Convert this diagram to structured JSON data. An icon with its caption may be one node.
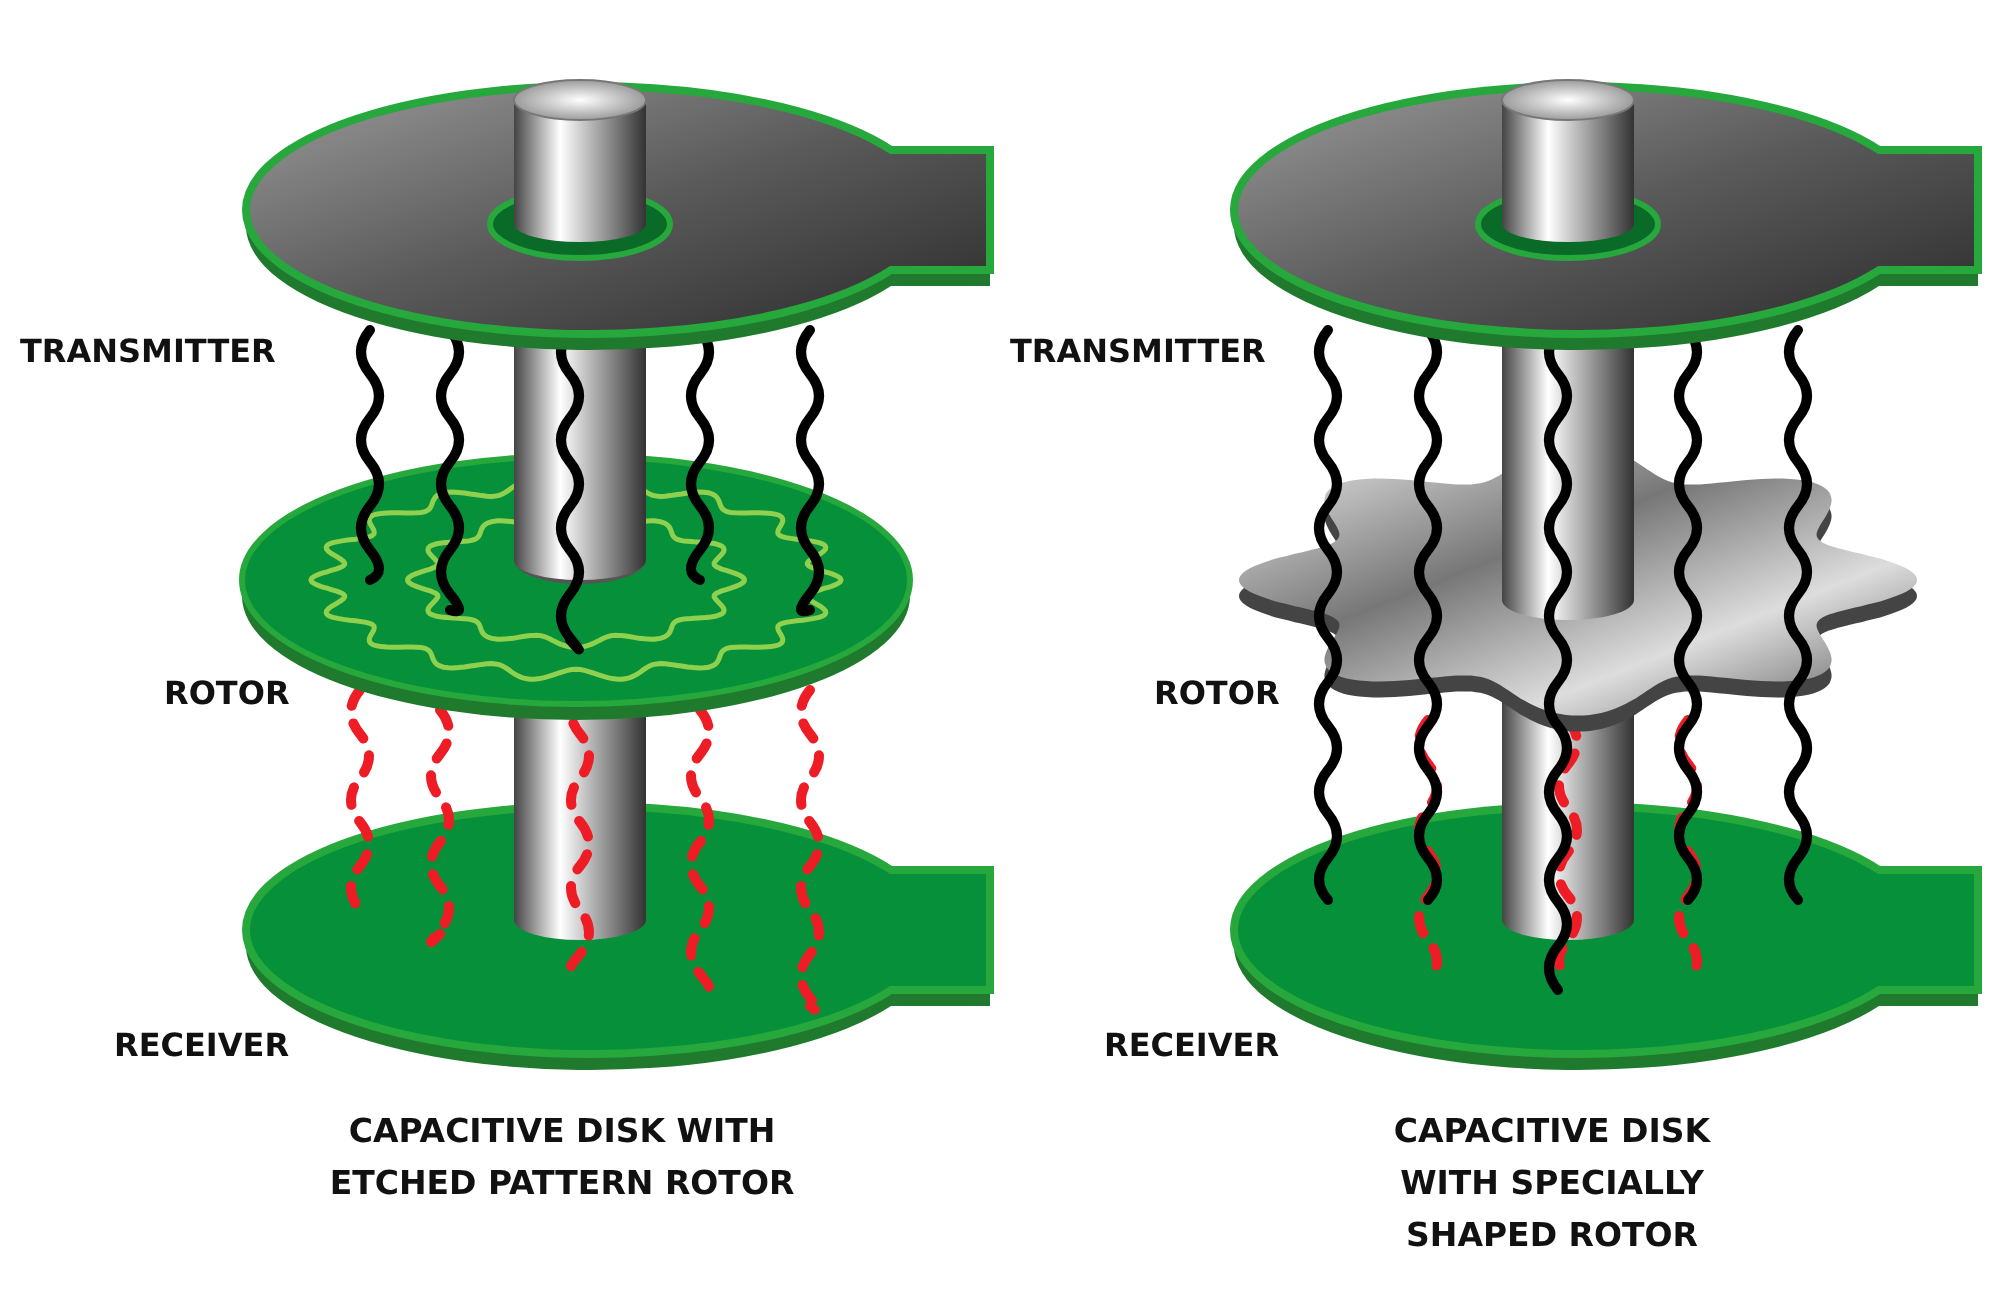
{
  "diagram": {
    "labels": [
      "TRANSMITTER",
      "TRANSMITTER",
      "ROTOR",
      "ROTOR",
      "RECEIVER",
      "RECEIVER",
      "CAPACITIVE DISK WITH ETCHED PATTERN ROTOR",
      "CAPACITIVE DISK WITH SPECIALLY SHAPED ROTOR"
    ]
  }
}
